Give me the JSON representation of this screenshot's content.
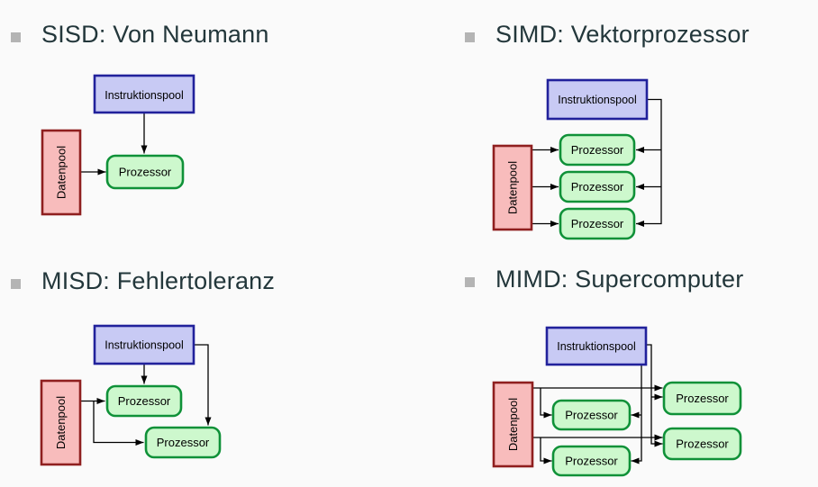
{
  "colors": {
    "background": "#fafafa",
    "title_text": "#23373b",
    "bullet": "#b4b4b4",
    "instruction_fill": "#c8caf4",
    "instruction_border": "#21219b",
    "data_fill": "#f8bcbc",
    "data_border": "#8f1f1f",
    "processor_fill": "#cdf8cd",
    "processor_border": "#0f9138",
    "line": "#000000"
  },
  "labels": {
    "instruction_pool": "Instruktionspool",
    "data_pool": "Datenpool",
    "processor": "Prozessor"
  },
  "sections": {
    "sisd": {
      "title": "SISD: Von Neumann"
    },
    "simd": {
      "title": "SIMD: Vektorprozessor"
    },
    "misd": {
      "title": "MISD: Fehlertoleranz"
    },
    "mimd": {
      "title": "MIMD: Supercomputer"
    }
  }
}
